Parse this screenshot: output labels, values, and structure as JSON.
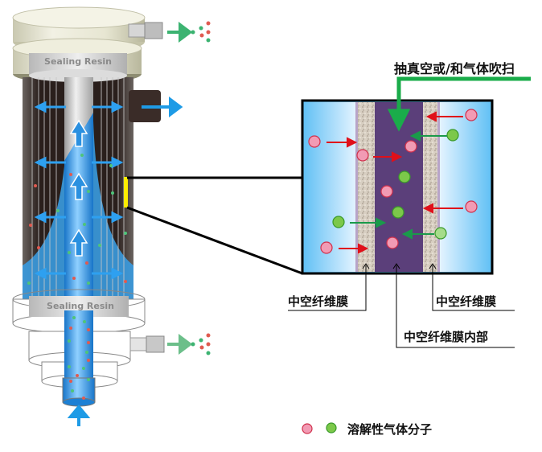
{
  "diagram": {
    "title": "中空纤维膜脱气组件示意图",
    "module": {
      "top_seal_label": "Sealing Resin",
      "bottom_seal_label": "Sealing Resin"
    },
    "detail": {
      "sweep_label": "抽真空或/和气体吹扫",
      "left_membrane_label": "中空纤维膜",
      "right_membrane_label": "中空纤维膜",
      "lumen_label": "中空纤维膜内部"
    },
    "legend": {
      "label": "溶解性气体分子",
      "colors": {
        "red_molecule": "#f29bb4",
        "green_molecule": "#7cc84a"
      }
    },
    "colors": {
      "water_blue": "#1e90e0",
      "sweep_green": "#1aac4a",
      "gas_out_green": "#3cb371",
      "membrane_interior": "#5b3f7a",
      "highlight_yellow": "#ffee00",
      "transfer_arrow_red": "#e0101a",
      "transfer_arrow_green": "#1a9a4a"
    }
  }
}
